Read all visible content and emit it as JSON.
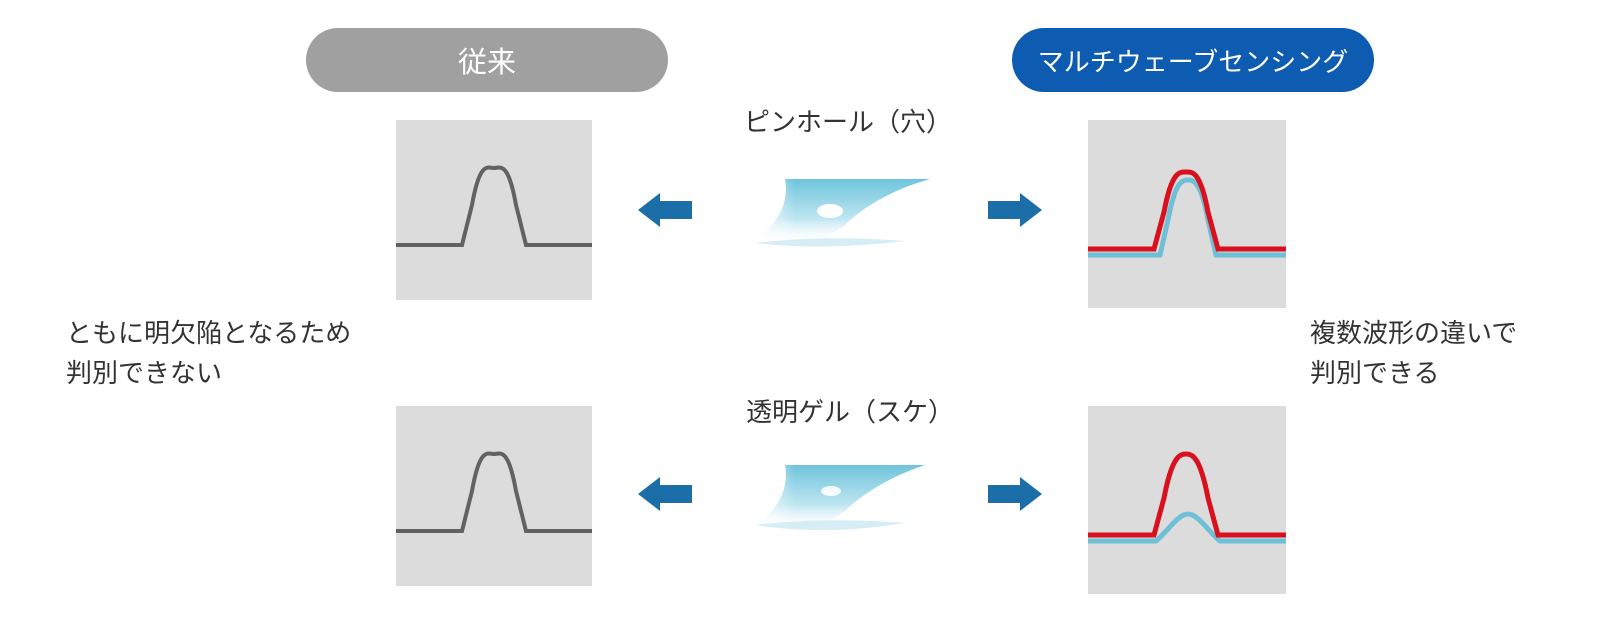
{
  "labels": {
    "conventional": "従来",
    "multiwave": "マルチウェーブセンシング"
  },
  "captions": {
    "pinhole": "ピンホール（穴）",
    "gel": "透明ゲル（スケ）"
  },
  "conclusions": {
    "left_line1": "ともに明欠陥となるため",
    "left_line2": "判別できない",
    "right_line1": "複数波形の違いで",
    "right_line2": "判別できる"
  },
  "colors": {
    "conventional_pill": "#a0a0a0",
    "multiwave_pill": "#0d5cb1",
    "panel_bg": "#dcdcdc",
    "single_waveform": "#626262",
    "waveform_red": "#d9101d",
    "waveform_cyan": "#6fc0d6",
    "arrow": "#1b6ea8"
  }
}
